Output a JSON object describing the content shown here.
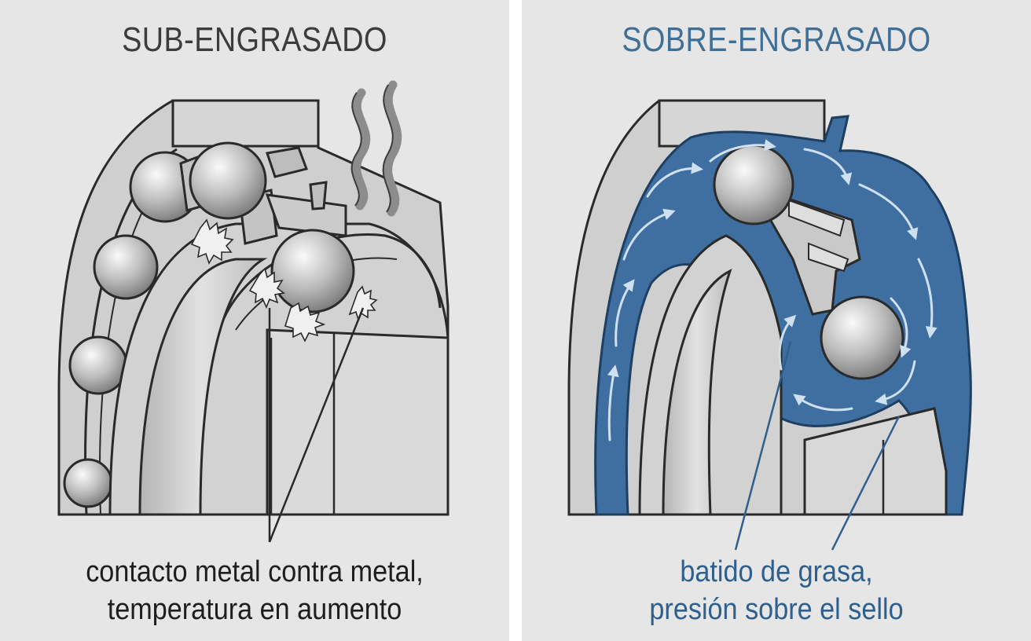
{
  "left_panel": {
    "title": "SUB-ENGRASADO",
    "caption_line1": "contacto metal contra metal,",
    "caption_line2": "temperatura en aumento"
  },
  "right_panel": {
    "title": "SOBRE-ENGRASADO",
    "caption_line1": "batido de grasa,",
    "caption_line2": "presión sobre el sello"
  },
  "colors": {
    "panel_background": "#e6e6e6",
    "metal": "#c9c9c9",
    "outline": "#2a2a2a",
    "grease": "#3e6fa0",
    "left_title": "#3c3c3c",
    "right_title": "#3f6e96"
  }
}
